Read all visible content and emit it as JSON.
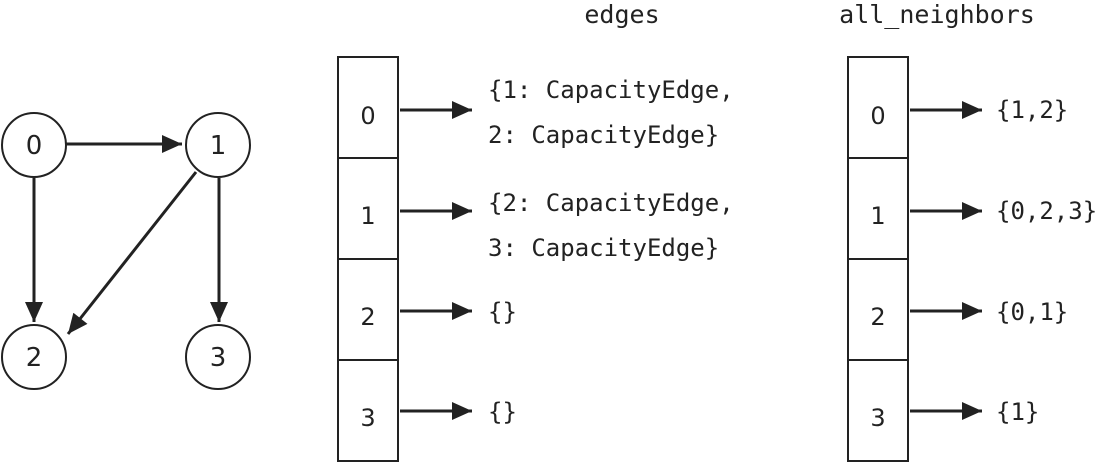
{
  "graph": {
    "nodes": [
      "0",
      "1",
      "2",
      "3"
    ]
  },
  "edges_table": {
    "title": "edges",
    "cells": [
      "0",
      "1",
      "2",
      "3"
    ],
    "values": [
      [
        "{1: CapacityEdge,",
        "2: CapacityEdge}"
      ],
      [
        "{2: CapacityEdge,",
        "3: CapacityEdge}"
      ],
      [
        "{}"
      ],
      [
        "{}"
      ]
    ]
  },
  "neighbors_table": {
    "title": "all_neighbors",
    "cells": [
      "0",
      "1",
      "2",
      "3"
    ],
    "values": [
      "{1,2}",
      "{0,2,3}",
      "{0,1}",
      "{1}"
    ]
  },
  "colors": {
    "stroke": "#222222",
    "background": "#ffffff"
  }
}
